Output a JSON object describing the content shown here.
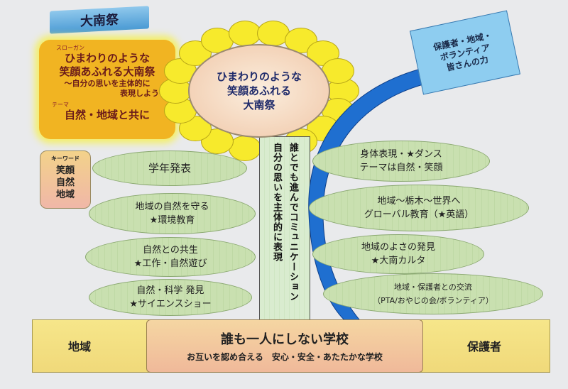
{
  "banner": "大南祭",
  "slogan": {
    "label": "スローガン",
    "line1": "ひまわりのような",
    "line2": "笑顔あふれる大南祭",
    "line3": "～自分の思いを主体的に",
    "line4": "表現しよう～",
    "theme_label": "テーマ",
    "theme": "自然・地域と共に"
  },
  "keyword": {
    "label": "キーワード",
    "items": [
      "笑顔",
      "自然",
      "地域"
    ]
  },
  "flower": {
    "line1": "ひまわりのような",
    "line2": "笑顔あふれる",
    "line3": "大南祭"
  },
  "stem": {
    "col1": "誰とでも進んでコミュニケーション",
    "col2": "自分の思いを主体的に表現"
  },
  "helper": {
    "line1": "保護者・地域・",
    "line2": "ボランティア",
    "line3": "皆さんの力"
  },
  "left_leaves": [
    {
      "l1": "学年発表",
      "l2": ""
    },
    {
      "l1": "地域の自然を守る",
      "l2": "★環境教育"
    },
    {
      "l1": "自然との共生",
      "l2": "★工作・自然遊び"
    },
    {
      "l1": "自然・科学 発見",
      "l2": "★サイエンスショー"
    }
  ],
  "right_leaves": [
    {
      "l1": "身体表現・★ダンス",
      "l2": "テーマは自然・笑顔"
    },
    {
      "l1": "地域～栃木～世界へ",
      "l2": "グローバル教育（★英語）"
    },
    {
      "l1": "地域のよさの発見",
      "l2": "★大南カルタ"
    },
    {
      "l1": "地域・保護者との交流",
      "l2": "（PTA/おやじの会/ボランティア）"
    }
  ],
  "bottom": {
    "left": "地域",
    "right": "保護者",
    "title": "誰も一人にしない学校",
    "subtitle": "お互いを認め合える　安心・安全・あたたかな学校"
  },
  "colors": {
    "petal": "#f7ea2c",
    "leaf": "#c9e0b0",
    "ribbon": "#1f6fd0",
    "slogan": "#f1b422"
  }
}
